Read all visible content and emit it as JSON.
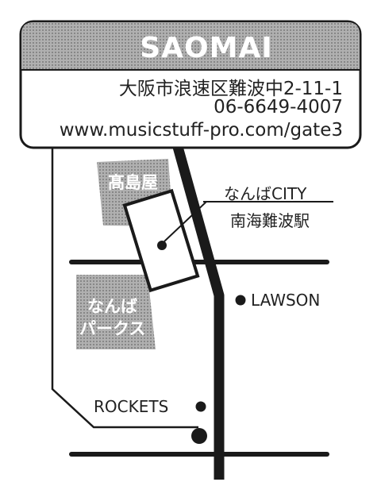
{
  "card": {
    "venue_name": "SAOMAI",
    "address": "大阪市浪速区難波中2-11-1",
    "phone": "06-6649-4007",
    "url": "www.musicstuff-pro.com/gate3"
  },
  "map": {
    "takashimaya": "髙島屋",
    "namba_parks_line1": "なんば",
    "namba_parks_line2": "パークス",
    "station_line1": "なんばCITY",
    "station_line2": "南海難波駅",
    "lawson": "LAWSON",
    "rockets": "ROCKETS"
  },
  "colors": {
    "ink": "#1a1a1a",
    "area_gray": "#8f8f8f",
    "banner_gray": "#9a9a9a"
  }
}
